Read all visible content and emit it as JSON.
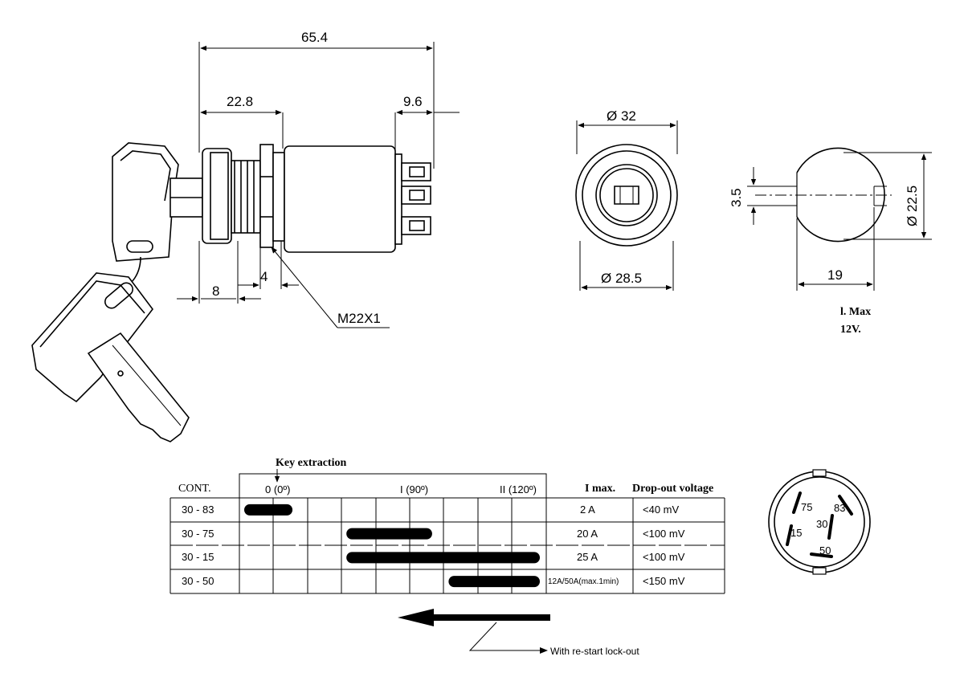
{
  "side_view": {
    "dim_overall": "65.4",
    "dim_front": "22.8",
    "dim_terminal": "9.6",
    "dim_shaft": "8",
    "dim_flange": "4",
    "thread": "M22X1"
  },
  "front_view": {
    "dia_outer": "Ø 32",
    "dia_inner": "Ø 28.5"
  },
  "cutout": {
    "dim_key": "3.5",
    "dim_dia": "Ø 22.5",
    "dim_width": "19"
  },
  "notes": {
    "line1": "l. Max",
    "line2": "12V."
  },
  "table": {
    "key_extraction": "Key extraction",
    "header_cont": "CONT.",
    "pos_0": "0 (0º)",
    "pos_1": "I (90º)",
    "pos_2": "II (120º)",
    "header_imax": "I max.",
    "header_drop": "Drop-out voltage",
    "rows": [
      {
        "cont": "30 - 83",
        "imax": "2 A",
        "drop": "<40 mV",
        "start": 0,
        "end": 1.7
      },
      {
        "cont": "30 - 75",
        "imax": "20 A",
        "drop": "<100 mV",
        "start": 3,
        "end": 5.8
      },
      {
        "cont": "30 - 15",
        "imax": "25 A",
        "drop": "<100 mV",
        "start": 3,
        "end": 9
      },
      {
        "cont": "30 - 50",
        "imax": "12A/50A(max.1min)",
        "drop": "<150 mV",
        "start": 6,
        "end": 9
      }
    ]
  },
  "restart_label": "With re-start lock-out",
  "connector": {
    "pin_75": "75",
    "pin_83": "83",
    "pin_30": "30",
    "pin_15": "15",
    "pin_50": "50"
  }
}
